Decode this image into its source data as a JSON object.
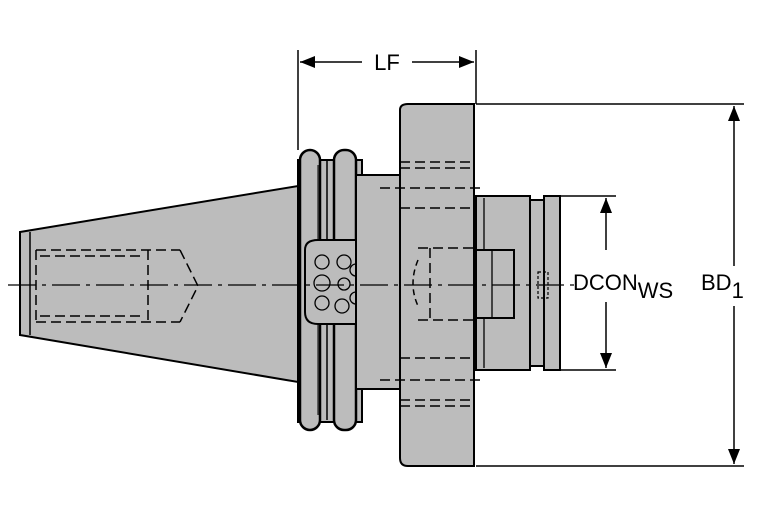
{
  "dimensions": {
    "lf": {
      "label": "LF"
    },
    "dcon": {
      "label": "DCON",
      "subscript": "WS"
    },
    "bd": {
      "label": "BD",
      "subscript": "1"
    }
  },
  "colors": {
    "body_fill": "#bcbcbc",
    "outline": "#000000",
    "background": "#ffffff"
  }
}
